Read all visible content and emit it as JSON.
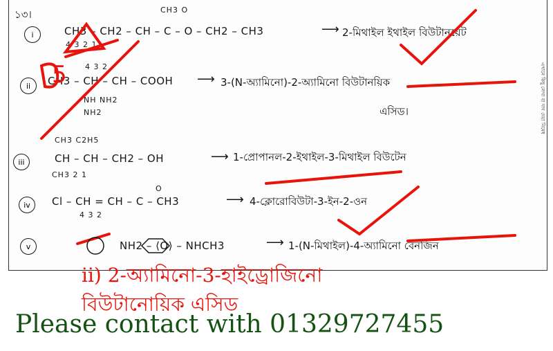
{
  "worksheet": {
    "question_number": "১৩।",
    "rows": [
      {
        "label": "i",
        "formula": "CH3 – CH2 – CH – C – O – CH2 – CH3",
        "above": "CH3        O",
        "below": "4    3     2    1",
        "answer": "2-মিথাইল ইথাইল বিউটানয়েট"
      },
      {
        "label": "ii",
        "formula": "CH3 – CH – CH – COOH",
        "above": "4     3     2",
        "below": "NH    NH2",
        "below2": "NH2",
        "answer": "3-(N-অ্যামিনো)-2-অ্যামিনো বিউটানয়িক",
        "answer_cont": "এসিড।"
      },
      {
        "label": "iii",
        "formula": "CH – CH – CH2 – OH",
        "above": "CH3    C2H5",
        "below": "CH3   2      1",
        "answer": "1-প্রোপানল-2-ইথাইল-3-মিথাইল বিউটেন"
      },
      {
        "label": "iv",
        "formula": "Cl – CH = CH – C – CH3",
        "above": "O",
        "below": "4      3      2",
        "answer": "4-ক্লোরোবিউটা-3-ইন-2-ওন"
      },
      {
        "label": "v",
        "formula": "NH2 – ⟨O⟩ – NHCH3",
        "answer": "1-(N-মিথাইল)-4-অ্যামিনো বেনজিন"
      }
    ],
    "corner_marks": [
      "4",
      "5"
    ],
    "side_note": "এখানে কিছু লেখা বা দাগ দেয়া নিষেধ"
  },
  "caption": {
    "line1": "ii) 2-অ্যামিনো-3-হাইড্রোজিনো",
    "line2": "বিউটানোয়িক এসিড"
  },
  "footer": {
    "contact": "Please contact with 01329727455"
  },
  "colors": {
    "red_ink": "#e8140c",
    "caption_red": "#e8140c",
    "contact_green": "#145214"
  }
}
